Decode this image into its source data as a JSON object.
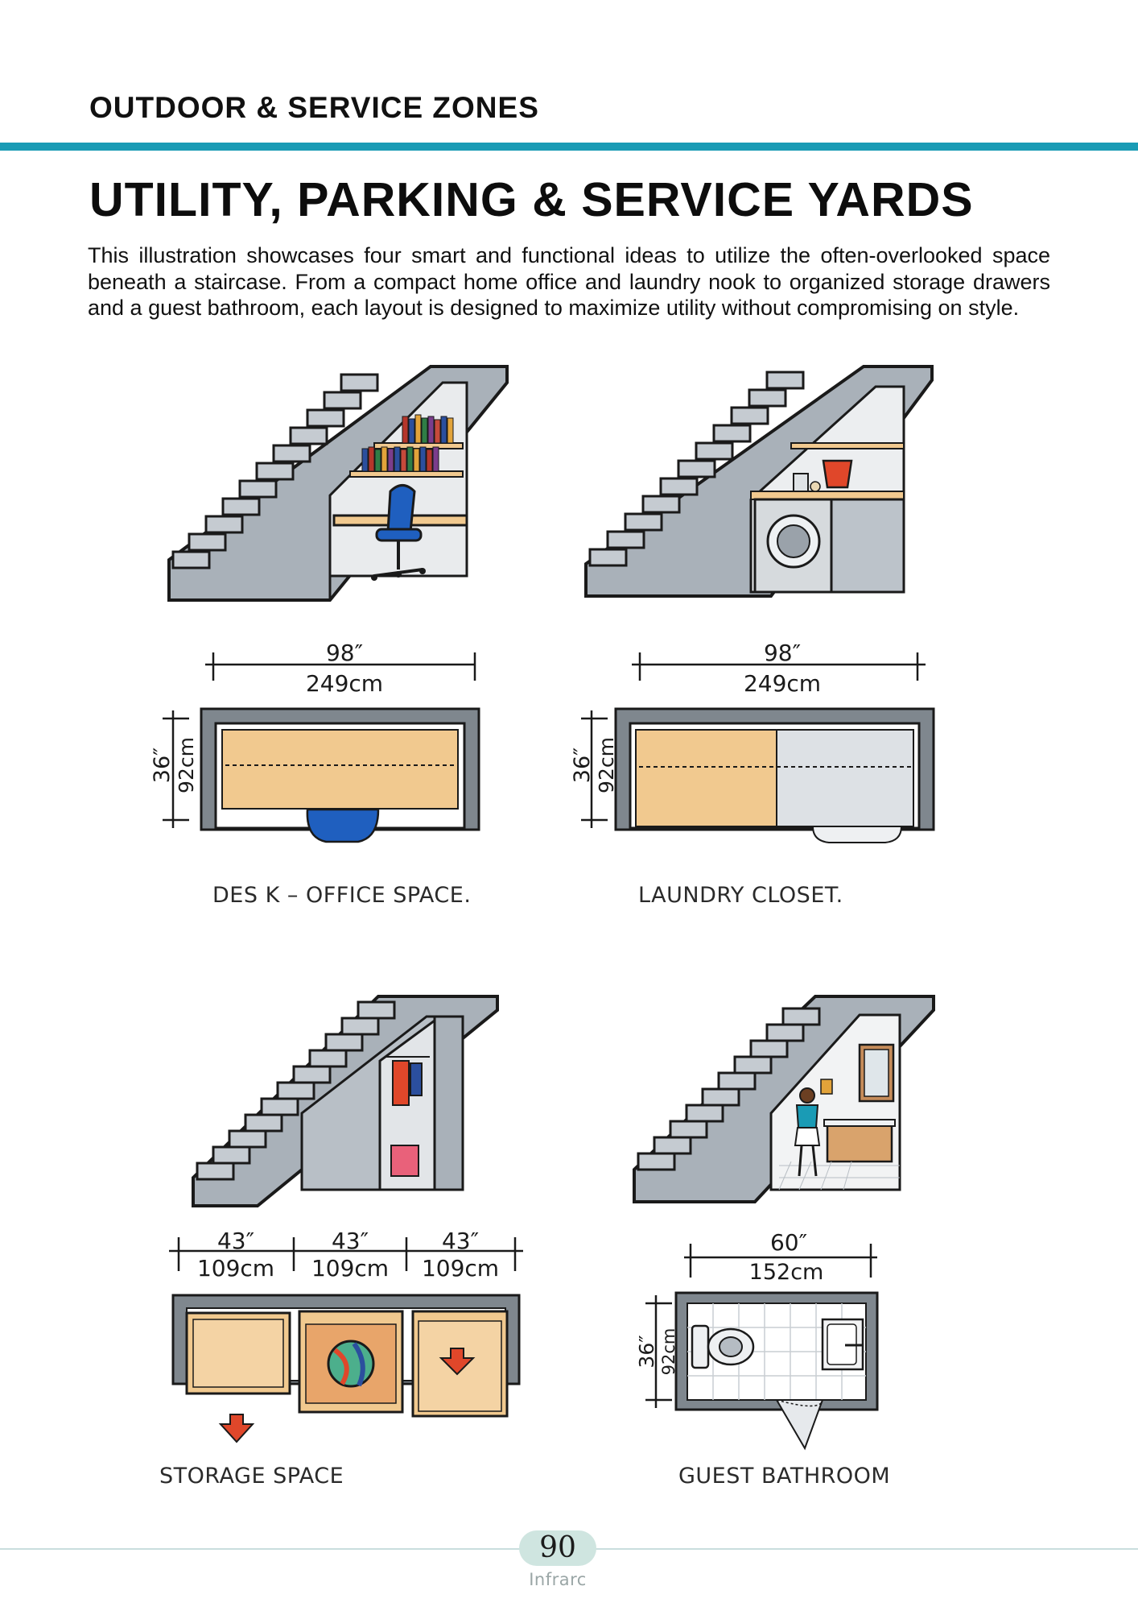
{
  "header": {
    "section": "OUTDOOR & SERVICE ZONES",
    "title": "UTILITY, PARKING & SERVICE YARDS"
  },
  "intro": "This illustration showcases four smart and functional ideas to utilize the often-overlooked space beneath a staircase. From a compact home office and laundry nook to organized storage drawers and a guest bathroom, each layout is designed to maximize utility without compromising on style.",
  "panels": {
    "office": {
      "caption": "DES K – OFFICE SPACE.",
      "width_in": "98″",
      "width_cm": "249cm",
      "depth_in": "36″",
      "depth_cm": "92cm"
    },
    "laundry": {
      "caption": "LAUNDRY CLOSET.",
      "width_in": "98″",
      "width_cm": "249cm",
      "depth_in": "36″",
      "depth_cm": "92cm"
    },
    "storage": {
      "caption": "STORAGE SPACE",
      "bays": [
        {
          "in": "43″",
          "cm": "109cm"
        },
        {
          "in": "43″",
          "cm": "109cm"
        },
        {
          "in": "43″",
          "cm": "109cm"
        }
      ]
    },
    "bathroom": {
      "caption": "GUEST BATHROOM",
      "width_in": "60″",
      "width_cm": "152cm",
      "depth_in": "36″",
      "depth_cm": "92cm"
    }
  },
  "footer": {
    "page_number": "90",
    "brand": "Infrarc"
  },
  "colors": {
    "accent": "#1a9bb5",
    "stair_grey": "#a9b1b9",
    "wall_grey": "#7f878e",
    "wood": "#f1c98f",
    "chair_blue": "#1f5fbf",
    "arrow_red": "#e0472a"
  }
}
